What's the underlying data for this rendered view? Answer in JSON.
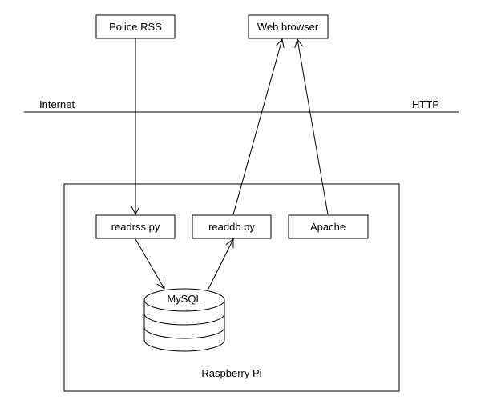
{
  "nodes": {
    "police_rss": "Police RSS",
    "web_browser": "Web browser",
    "readrss": "readrss.py",
    "readdb": "readdb.py",
    "apache": "Apache",
    "mysql": "MySQL"
  },
  "labels": {
    "internet": "Internet",
    "http": "HTTP",
    "container": "Raspberry Pi"
  }
}
